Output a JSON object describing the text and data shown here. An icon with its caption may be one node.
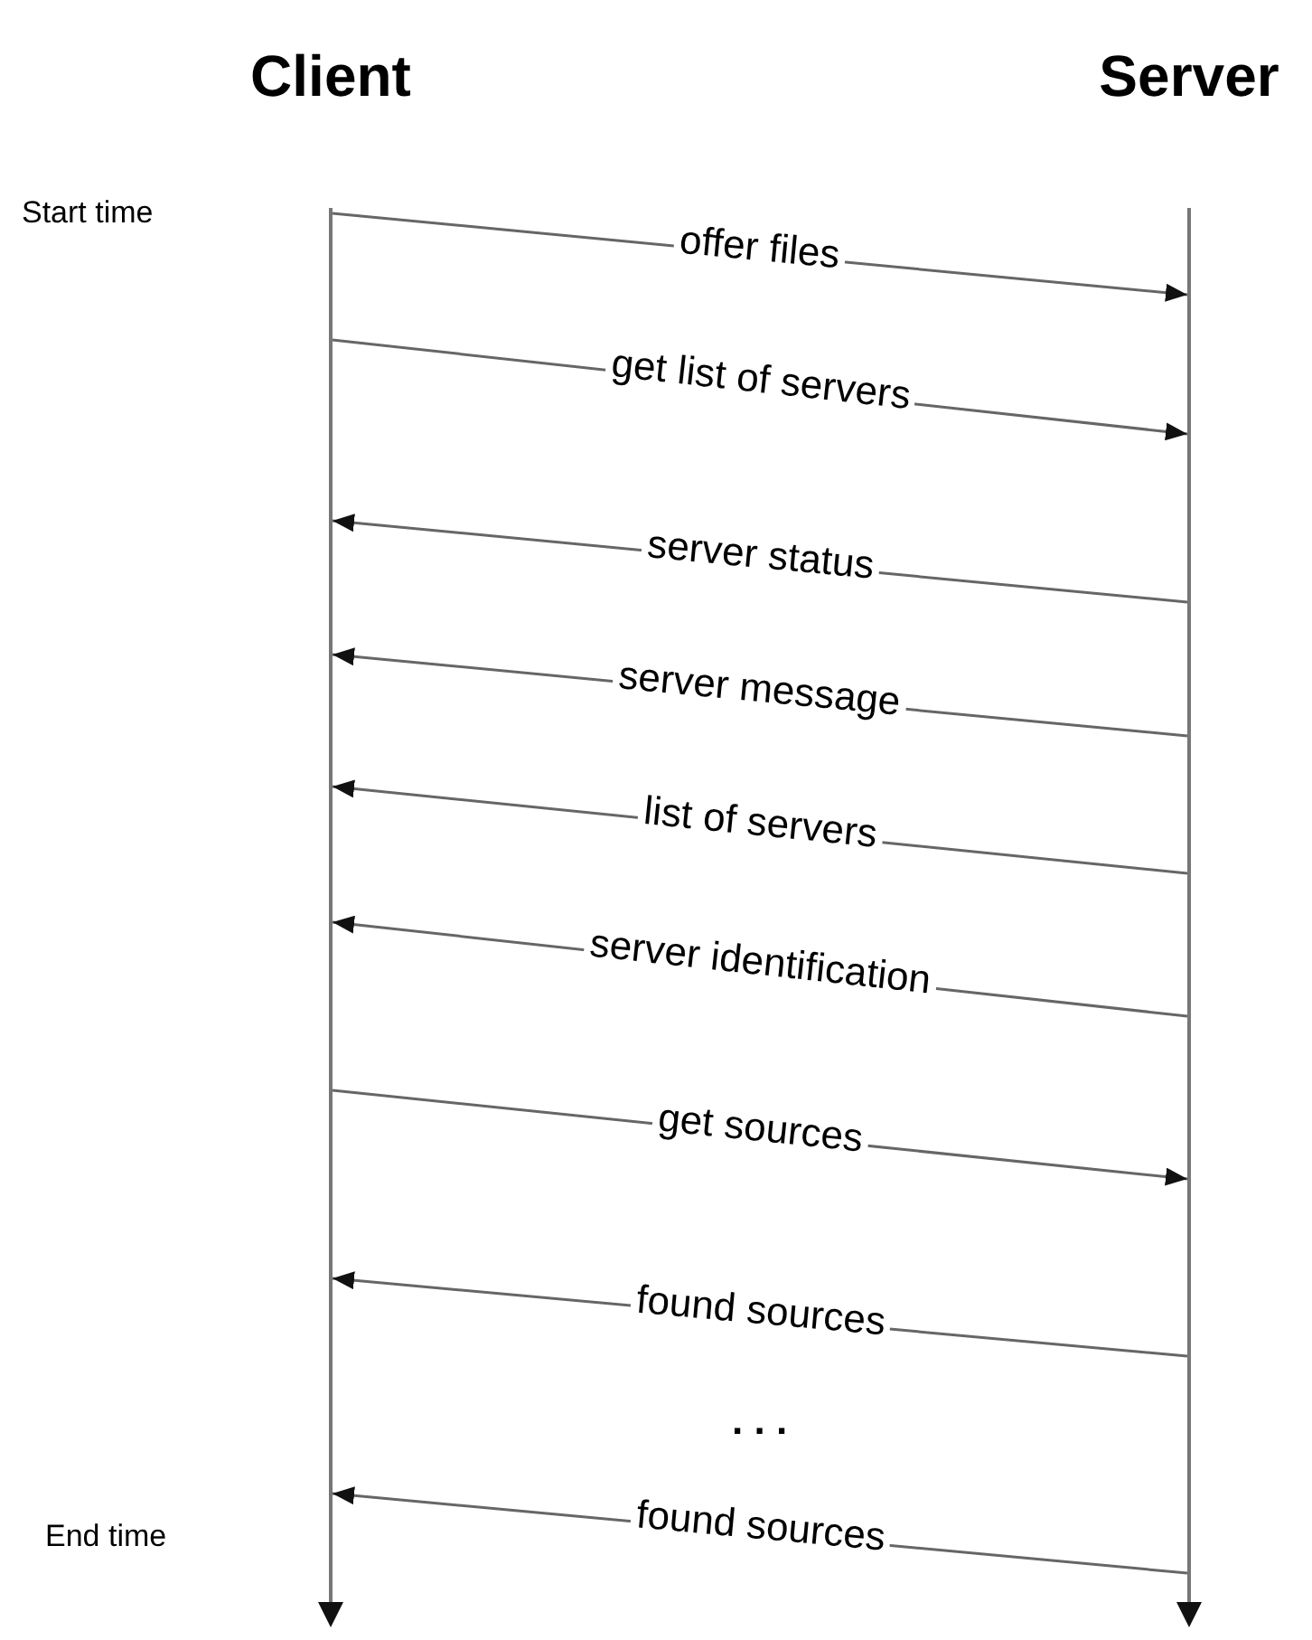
{
  "diagram": {
    "nodes": [
      {
        "text": [
          "Client"
        ]
      },
      {
        "text": [
          "Server"
        ]
      }
    ],
    "edges": [
      {
        "from": 0,
        "to": 1,
        "arrow": "to",
        "label": "offer files"
      },
      {
        "from": 0,
        "to": 1,
        "arrow": "to",
        "label": "get list of servers"
      },
      {
        "from": 1,
        "to": 0,
        "arrow": "to",
        "label": "server status"
      },
      {
        "from": 1,
        "to": 0,
        "arrow": "to",
        "label": "server message"
      },
      {
        "from": 1,
        "to": 0,
        "arrow": "to",
        "label": "list of servers"
      },
      {
        "from": 1,
        "to": 0,
        "arrow": "to",
        "label": "server identification"
      },
      {
        "from": 0,
        "to": 1,
        "arrow": "to",
        "label": "get sources"
      },
      {
        "from": 1,
        "to": 0,
        "arrow": "to",
        "label": "found sources"
      },
      {
        "from": 1,
        "to": 0,
        "arrow": "to",
        "label": "found sources"
      }
    ],
    "labels": [
      "Start time",
      ". . .",
      "End time"
    ]
  }
}
